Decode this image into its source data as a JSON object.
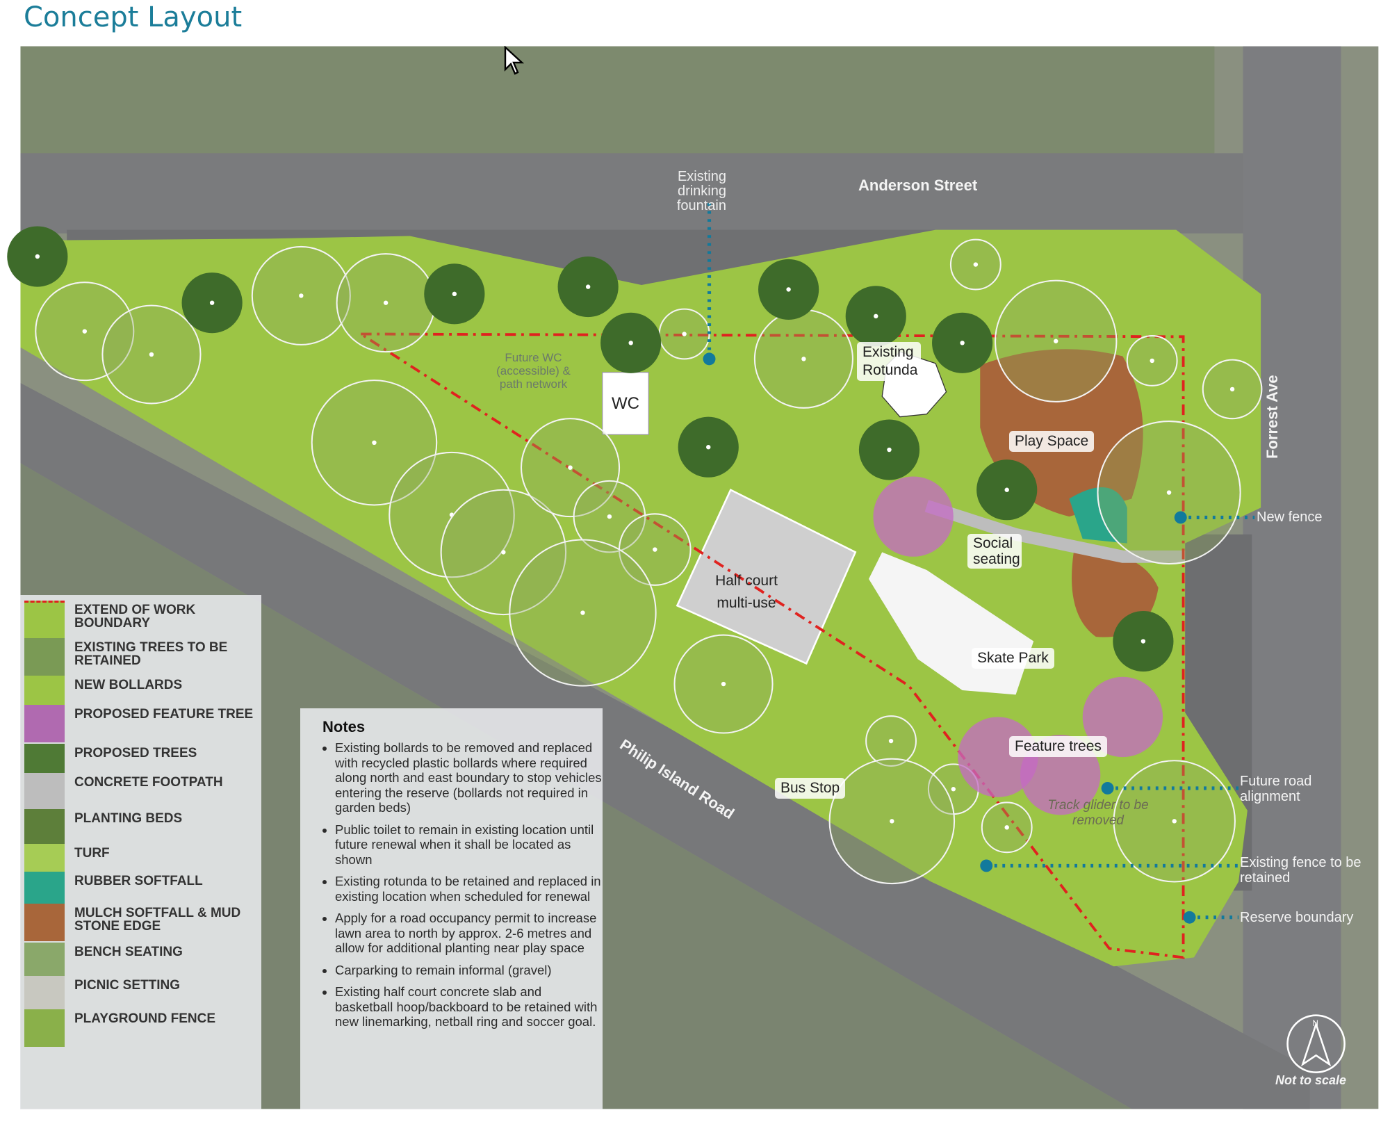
{
  "title": "Concept Layout",
  "colors": {
    "title": "#1b7d99",
    "turf": "#9cc545",
    "boundary": "#e0221f",
    "callout": "#127a9c",
    "road": "#7a7b7d",
    "softfall_mulch": "#a8663a",
    "rubber_softfall": "#2aa58a",
    "feature_tree": "#c46ac4"
  },
  "map": {
    "streets": {
      "north": "Anderson Street",
      "east": "Forrest Ave",
      "southwest": "Philip Island Road"
    },
    "labels": {
      "drinking_fountain": "Existing drinking fountain",
      "future_wc": "Future WC (accessible) & path network",
      "wc": "WC",
      "rotunda": "Existing Rotunda",
      "play_space": "Play Space",
      "new_fence": "New fence",
      "social_seating": "Social seating",
      "half_court": "Half court multi-use",
      "skate_park": "Skate Park",
      "feature_trees": "Feature trees",
      "bus_stop": "Bus Stop",
      "track_glider": "Track glider to be removed",
      "future_road": "Future road alignment",
      "existing_fence": "Existing fence to be retained",
      "reserve_boundary": "Reserve boundary",
      "scale": "Not to scale",
      "north": "N"
    }
  },
  "legend": [
    {
      "label": "EXTEND OF WORK BOUNDARY",
      "icon": "work-boundary"
    },
    {
      "label": "EXISTING TREES TO BE RETAINED",
      "icon": "existing-tree"
    },
    {
      "label": "NEW BOLLARDS",
      "icon": "bollards"
    },
    {
      "label": "PROPOSED FEATURE TREE",
      "icon": "feature-tree"
    },
    {
      "label": "PROPOSED TREES",
      "icon": "proposed-tree"
    },
    {
      "label": "CONCRETE FOOTPATH",
      "icon": "footpath"
    },
    {
      "label": "PLANTING BEDS",
      "icon": "planting-bed"
    },
    {
      "label": "TURF",
      "icon": "turf"
    },
    {
      "label": "RUBBER SOFTFALL",
      "icon": "rubber-softfall"
    },
    {
      "label": "MULCH SOFTFALL & MUD STONE EDGE",
      "icon": "mulch-softfall"
    },
    {
      "label": "BENCH SEATING",
      "icon": "bench"
    },
    {
      "label": "PICNIC SETTING",
      "icon": "picnic"
    },
    {
      "label": "PLAYGROUND FENCE",
      "icon": "playground-fence"
    }
  ],
  "notes": {
    "heading": "Notes",
    "items": [
      "Existing bollards to be removed and replaced with recycled plastic bollards where required along north and east boundary to stop vehicles entering the reserve (bollards not required in garden beds)",
      "Public toilet to remain in existing location until future renewal when it shall be located as shown",
      "Existing rotunda to be retained and replaced in existing location when scheduled for renewal",
      "Apply for a road occupancy permit to increase lawn area to north by approx. 2-6 metres and allow for additional planting near play space",
      "Carparking to remain informal (gravel)",
      "Existing half court concrete slab and basketball hoop/backboard to be retained with new linemarking, netball ring and soccer goal."
    ]
  }
}
